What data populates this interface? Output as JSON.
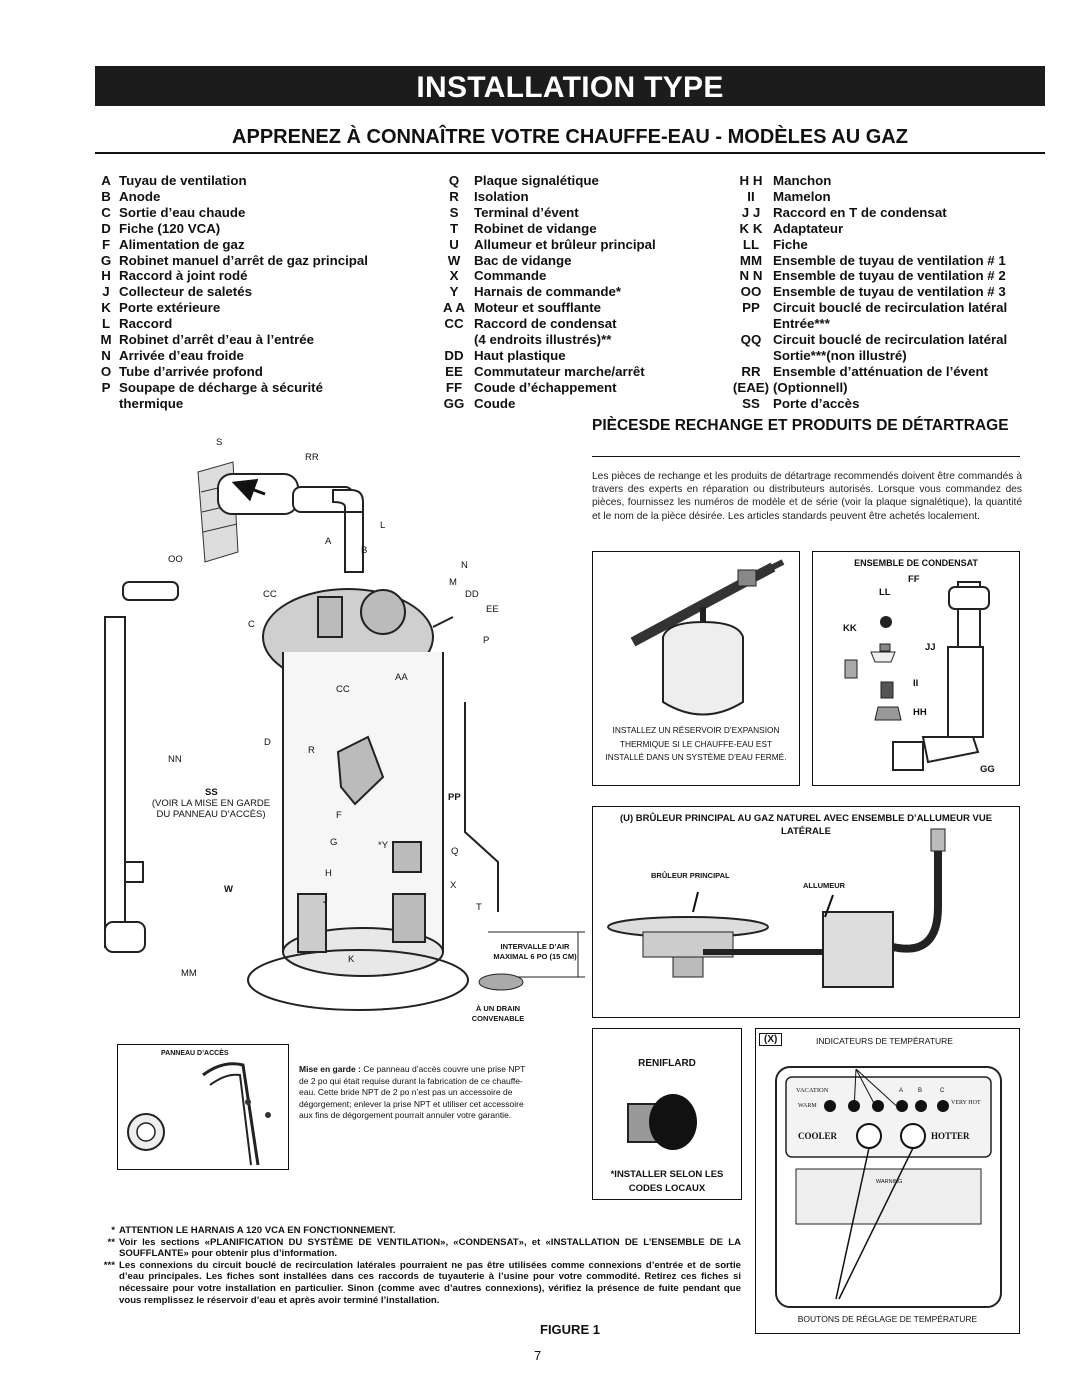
{
  "header": {
    "banner": "INSTALLATION TYPE",
    "subtitle": "APPRENEZ À CONNAÎTRE VOTRE CHAUFFE-EAU - MODÈLES AU GAZ"
  },
  "legend_col1": [
    {
      "code": "A",
      "text": "Tuyau de ventilation"
    },
    {
      "code": "B",
      "text": "Anode"
    },
    {
      "code": "C",
      "text": "Sortie d’eau chaude"
    },
    {
      "code": "D",
      "text": "Fiche (120 VCA)"
    },
    {
      "code": "F",
      "text": "Alimentation de gaz"
    },
    {
      "code": "G",
      "text": "Robinet manuel d’arrêt de gaz principal"
    },
    {
      "code": "H",
      "text": "Raccord à joint rodé"
    },
    {
      "code": "J",
      "text": "Collecteur de saletés"
    },
    {
      "code": "K",
      "text": "Porte extérieure"
    },
    {
      "code": "L",
      "text": "Raccord"
    },
    {
      "code": "M",
      "text": "Robinet d’arrêt d’eau à l’entrée"
    },
    {
      "code": "N",
      "text": "Arrivée d’eau froide"
    },
    {
      "code": "O",
      "text": "Tube d’arrivée profond"
    },
    {
      "code": "P",
      "text": "Soupape de décharge à sécurité"
    },
    {
      "code": "",
      "text": "thermique"
    }
  ],
  "legend_col2": [
    {
      "code": "Q",
      "text": "Plaque signalétique"
    },
    {
      "code": "R",
      "text": "Isolation"
    },
    {
      "code": "S",
      "text": "Terminal d’évent"
    },
    {
      "code": "T",
      "text": "Robinet de vidange"
    },
    {
      "code": "U",
      "text": "Allumeur et brûleur principal"
    },
    {
      "code": "W",
      "text": "Bac de vidange"
    },
    {
      "code": "X",
      "text": "Commande"
    },
    {
      "code": "Y",
      "text": "Harnais de commande*"
    },
    {
      "code": "A A",
      "text": "Moteur et soufflante"
    },
    {
      "code": "CC",
      "text": "Raccord de condensat"
    },
    {
      "code": "",
      "text": "(4 endroits illustrés)**"
    },
    {
      "code": "DD",
      "text": "Haut plastique"
    },
    {
      "code": "EE",
      "text": "Commutateur marche/arrêt"
    },
    {
      "code": "FF",
      "text": "Coude d’échappement"
    },
    {
      "code": "GG",
      "text": "Coude"
    }
  ],
  "legend_col3": [
    {
      "code": "H H",
      "text": "Manchon"
    },
    {
      "code": "II",
      "text": "Mamelon"
    },
    {
      "code": "J J",
      "text": "Raccord en T de condensat"
    },
    {
      "code": "K K",
      "text": "Adaptateur"
    },
    {
      "code": "LL",
      "text": "Fiche"
    },
    {
      "code": "MM",
      "text": "Ensemble de tuyau de ventilation # 1"
    },
    {
      "code": "N N",
      "text": "Ensemble de tuyau de ventilation # 2"
    },
    {
      "code": "OO",
      "text": "Ensemble de tuyau de ventilation # 3"
    },
    {
      "code": "PP",
      "text": "Circuit bouclé de recirculation latéral"
    },
    {
      "code": "",
      "text": "Entrée***"
    },
    {
      "code": "QQ",
      "text": "Circuit bouclé de recirculation latéral"
    },
    {
      "code": "",
      "text": "Sortie***(non illustré)"
    },
    {
      "code": "RR",
      "text": "Ensemble d’atténuation de l’évent"
    },
    {
      "code": "(EAE)",
      "text": "(Optionnell)"
    },
    {
      "code": "SS",
      "text": "Porte d’accès"
    }
  ],
  "parts": {
    "title": "PIÈCESDE RECHANGE ET PRODUITS DE DÉTARTRAGE",
    "text": "Les pièces de rechange et les produits de détartrage recommendés doivent être commandés à travers des experts en réparation ou distributeurs autorisés. Lorsque vous commandez des pièces, fournissez les numéros de modèle et de série (voir la plaque signalétique), la quantité et le nom de la pièce désirée. Les articles standards peuvent être achetés localement."
  },
  "heater_labels": {
    "S": "S",
    "RR": "RR",
    "L": "L",
    "A": "A",
    "B": "B",
    "N": "N",
    "OO": "OO",
    "M": "M",
    "CC_top": "CC",
    "DD": "DD",
    "EE": "EE",
    "C": "C",
    "P": "P",
    "CC_bottom": "CC",
    "AA": "AA",
    "D": "D",
    "R": "R",
    "NN": "NN",
    "SS": "SS",
    "ss_note": "(VOIR LA MISE EN GARDE DU PANNEAU D’ACCÈS)",
    "PP": "PP",
    "F": "F",
    "G": "G",
    "Y": "*Y",
    "Q": "Q",
    "H": "H",
    "W": "W",
    "X": "X",
    "J": "J",
    "T": "T",
    "K": "K",
    "MM": "MM",
    "air_gap": "INTERVALLE D’AIR MAXIMAL 6 PO (15 CM)",
    "drain": "À UN DRAIN CONVENABLE"
  },
  "access_panel": {
    "title": "PANNEAU D’ACCÈS",
    "warning_label": "Mise en garde :",
    "warning_text": "Ce panneau d’accès couvre une prise NPT de 2 po qui était requise durant la fabrication de ce chauffe-eau. Cette bride NPT de 2 po n’est pas un accessoire de dégorgement; enlever la prise NPT et utiliser cet accessoire aux fins de dégorgement pourrait annuler votre garantie."
  },
  "expansion_tank": {
    "caption": "INSTALLEZ UN RÉSERVOIR D’EXPANSION THERMIQUE SI LE CHAUFFE-EAU EST INSTALLÉ DANS UN SYSTÈME D’EAU FERMÉ."
  },
  "condensate_kit": {
    "title": "ENSEMBLE DE CONDENSAT",
    "labels": {
      "FF": "FF",
      "LL": "LL",
      "KK": "KK",
      "JJ": "JJ",
      "II": "II",
      "HH": "HH",
      "GG": "GG"
    }
  },
  "burner": {
    "title": "(U) BRÛLEUR PRINCIPAL AU GAZ NATUREL AVEC ENSEMBLE D’ALLUMEUR VUE LATÉRALE",
    "main_burner": "BRÛLEUR PRINCIPAL",
    "igniter": "ALLUMEUR"
  },
  "breather": {
    "title": "RENIFLARD",
    "caption": "*INSTALLER SELON LES CODES LOCAUX"
  },
  "control": {
    "tag": "(X)",
    "indicators": "INDICATEURS DE TEMPÉRATURE",
    "vacation": "VACATION",
    "warm": "WARM",
    "very_hot": "VERY HOT",
    "a": "A",
    "b": "B",
    "c": "C",
    "cooler": "COOLER",
    "hotter": "HOTTER",
    "warning": "WARNING",
    "buttons": "BOUTONS DE RÉGLAGE DE TEMPÉRATURE"
  },
  "notes": [
    {
      "mark": "*",
      "text": "ATTENTION LE HARNAIS A 120 VCA EN FONCTIONNEMENT."
    },
    {
      "mark": "**",
      "text": "Voir les sections «PLANIFICATION DU SYSTÈME DE VENTILATION», «CONDENSAT», et «INSTALLATION DE L’ENSEMBLE DE LA SOUFFLANTE» pour obtenir plus d’information."
    },
    {
      "mark": "***",
      "text": "Les connexions du circuit bouclé de recirculation latérales pourraient ne pas être utilisées comme connexions d’entrée et de sortie d’eau principales. Les fiches sont installées dans ces raccords de tuyauterie à l’usine pour votre commodité. Retirez ces fiches si nécessaire pour votre installation en particulier. Sinon (comme avec d’autres connexions), vérifiez la présence de fuite pendant que vous remplissez le réservoir d’eau et après avoir terminé l’installation."
    }
  ],
  "figure_caption": "FIGURE 1",
  "page_number": "7"
}
